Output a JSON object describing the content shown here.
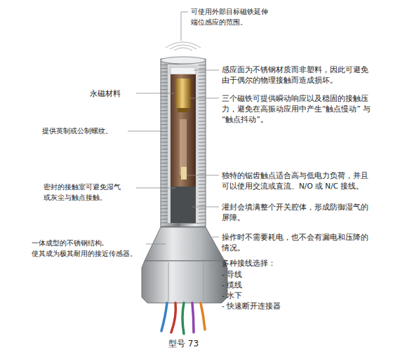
{
  "diagram": {
    "caption": "型号 73",
    "labels": [
      "可使用外部目标磁铁延伸 端位感应的范围。",
      "永磁材料",
      "提供英制或公制螺纹。",
      "密封的接触室可避免湿气 或灰尘与触点接触。",
      "一体成型的不锈钢结构, 使其成为极其耐用的接近传感器。",
      "感应面为不锈钢材质而非塑料，因此可避免 由于偶尔的物理接触而造成损坏。",
      "三个磁铁可提供瞬动响应以及稳固的接触压 力，避免在高振动应用中产生“触点慢动” 与“触点抖动”。",
      "独特的锯齿触点适合高与低电力负荷，并且 可以使用交流或直流、N/O 或 N/C 接线。",
      "灌封会填满整个开关腔体，形成防御湿气的 屏障。",
      "操作时不需要耗电，也不会有漏电和压降的 情况。",
      "多种接线选择：",
      "- 导线",
      "- 缆线",
      "- 水下",
      "- 快速断开连接器"
    ]
  }
}
